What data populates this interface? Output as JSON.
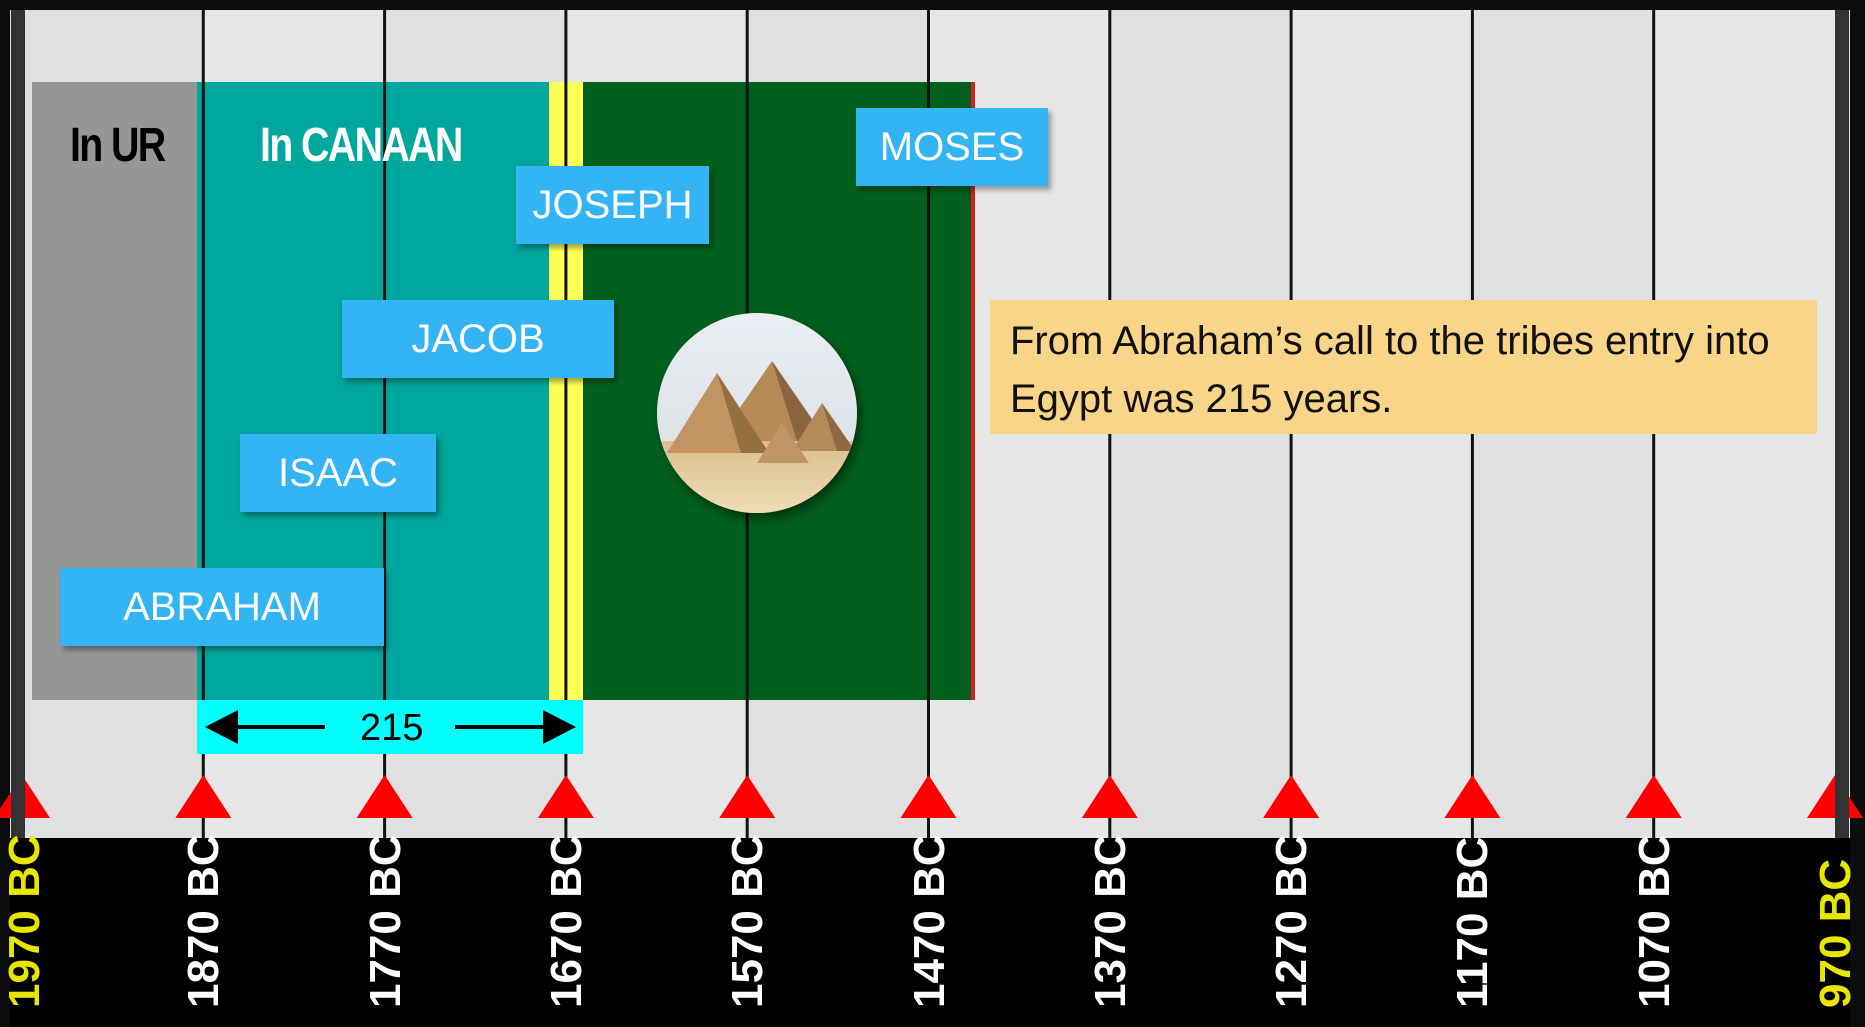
{
  "timeline": {
    "years": [
      "1970 BC",
      "1870 BC",
      "1770 BC",
      "1670 BC",
      "1570 BC",
      "1470 BC",
      "1370 BC",
      "1270 BC",
      "1170 BC",
      "1070 BC",
      "970 BC"
    ],
    "endpoint_color": "#e6e600",
    "tick_color": "#ffffff",
    "marker_color": "#ff0000"
  },
  "periods": [
    {
      "label": "In UR",
      "color": "#969696",
      "label_color": "#000000"
    },
    {
      "label": "In CANAAN",
      "color": "#00a79d",
      "label_color": "#ffffff"
    },
    {
      "label": "",
      "color": "#ffff55"
    },
    {
      "label": "",
      "color": "#005f1c"
    }
  ],
  "people": [
    "ABRAHAM",
    "ISAAC",
    "JACOB",
    "JOSEPH",
    "MOSES"
  ],
  "span": {
    "value": "215",
    "color": "#00ffff"
  },
  "note": {
    "text": "From Abraham’s call to the tribes entry into Egypt was 215 years.",
    "color": "#f9d58a"
  },
  "image": {
    "icon": "pyramids-image"
  }
}
